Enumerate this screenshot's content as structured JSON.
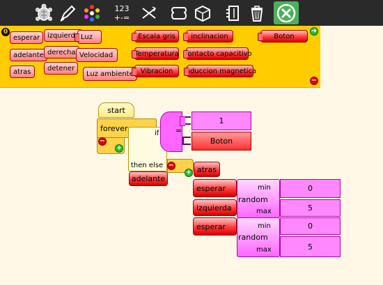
{
  "toolbar": {
    "icons": [
      "turtle-icon",
      "pen-icon",
      "palette-icon",
      "numbers-icon",
      "flow-icon",
      "loop-icon",
      "box-icon",
      "sensor-icon",
      "trash-icon",
      "close-icon"
    ],
    "numbers_top": "123",
    "numbers_bottom": "+-=",
    "active_color": "#4cb05a"
  },
  "palette": {
    "background": "#ffcc00",
    "motion": [
      "esperar",
      "izquierda",
      "adelante",
      "derecha",
      "atras",
      "detener"
    ],
    "sensors": [
      "Luz",
      "Velocidad",
      "Luz ambiente"
    ],
    "analog": [
      "Escala gris",
      "Temperatura",
      "Vibracion"
    ],
    "digital": [
      "inclinacion",
      "Contacto capacitivo",
      "Induccion magnetica"
    ],
    "buttons": [
      "Boton"
    ]
  },
  "program": {
    "start": "start",
    "forever": "forever",
    "if_label": "if",
    "then_else": "then else",
    "adelante": "adelante",
    "eq_op": "=",
    "eq_left": "1",
    "eq_right": "Boton",
    "atras": "atras",
    "esperar1": "esperar",
    "izquierda": "izquierda",
    "esperar2": "esperar",
    "random": "random",
    "min_label": "min",
    "max_label": "max",
    "r1_min": "0",
    "r1_max": "5",
    "r2_min": "0",
    "r2_max": "5"
  }
}
